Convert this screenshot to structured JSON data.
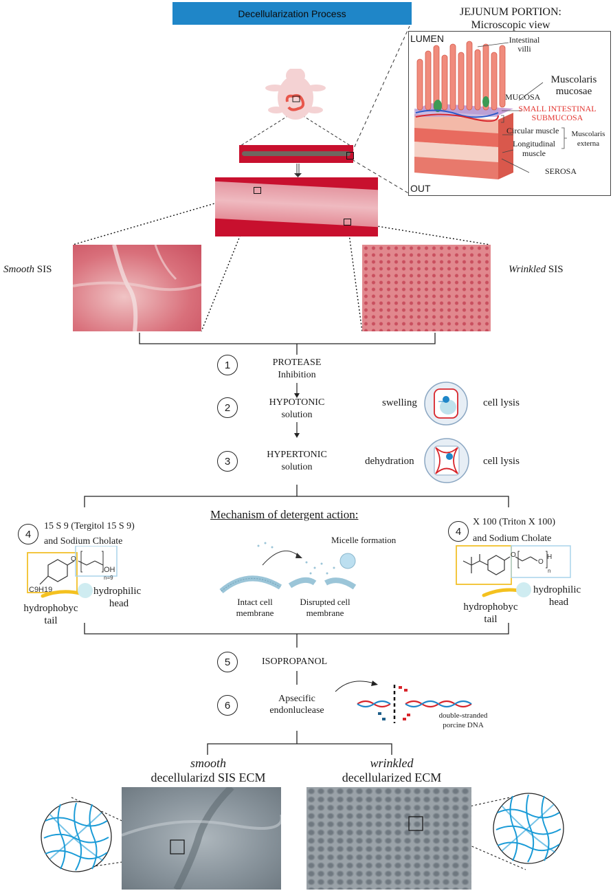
{
  "header": {
    "title": "Decellularization Process"
  },
  "jejunum": {
    "heading_line1": "JEJUNUM PORTION:",
    "heading_line2": "Microscopic view",
    "lumen": "LUMEN",
    "out": "OUT",
    "intestinal_villi_1": "Intestinal",
    "intestinal_villi_2": "villi",
    "muscolaris_mucosae_1": "Muscolaris",
    "muscolaris_mucosae_2": "mucosae",
    "mucosa": "MUCOSA",
    "sis_1": "SMALL INTESTINAL",
    "sis_2": "SUBMUCOSA",
    "circular_muscle": "Circular muscle",
    "longitudinal_1": "Longitudinal",
    "longitudinal_2": "muscle",
    "externa_1": "Muscolaris",
    "externa_2": "externa",
    "serosa": "SEROSA"
  },
  "samples": {
    "smooth_italic": "Smooth",
    "smooth_rest": " SIS",
    "wrinkled_italic": "Wrinkled",
    "wrinkled_rest": " SIS"
  },
  "steps": {
    "s1_num": "1",
    "s1_line1": "PROTEASE",
    "s1_line2": "Inhibition",
    "s2_num": "2",
    "s2_line1": "HYPOTONIC",
    "s2_line2": "solution",
    "s2_left": "swelling",
    "s2_right": "cell lysis",
    "s3_num": "3",
    "s3_line1": "HYPERTONIC",
    "s3_line2": "solution",
    "s3_left": "dehydration",
    "s3_right": "cell lysis",
    "s5_num": "5",
    "s5_label": "ISOPROPANOL",
    "s6_num": "6",
    "s6_line1": "Apsecific",
    "s6_line2": "endonluclease"
  },
  "detergent": {
    "mechanism_title": "Mechanism of detergent action:",
    "micelle": "Micelle formation",
    "intact_1": "Intact cell",
    "intact_2": "membrane",
    "disrupted_1": "Disrupted cell",
    "disrupted_2": "membrane",
    "left_num": "4",
    "left_line1": "15 S 9 (Tergitol 15 S 9)",
    "left_line2": "and Sodium Cholate",
    "right_num": "4",
    "right_line1": "X 100 (Triton X 100)",
    "right_line2": "and Sodium Cholate",
    "hydrophilic_1": "hydrophilic",
    "hydrophilic_2": "head",
    "hydrophobic_1": "hydrophobyc",
    "hydrophobic_2": "tail",
    "chem_c9h19": "C9H19",
    "chem_oh": "OH",
    "chem_n9": "n=9",
    "chem_o": "O",
    "chem_h": "H",
    "chem_n": "n"
  },
  "dna": {
    "line1": "double-stranded",
    "line2": "porcine DNA"
  },
  "results": {
    "smooth_line1": "smooth",
    "smooth_line2": "decellularizd SIS ECM",
    "wrinkled_line1": "wrinkled",
    "wrinkled_line2": "decellularized ECM"
  },
  "colors": {
    "banner": "#1f86c8",
    "tissue_red": "#c8102e",
    "sis_label_red": "#e3342f",
    "fiber_blue": "#1a9bd7"
  }
}
